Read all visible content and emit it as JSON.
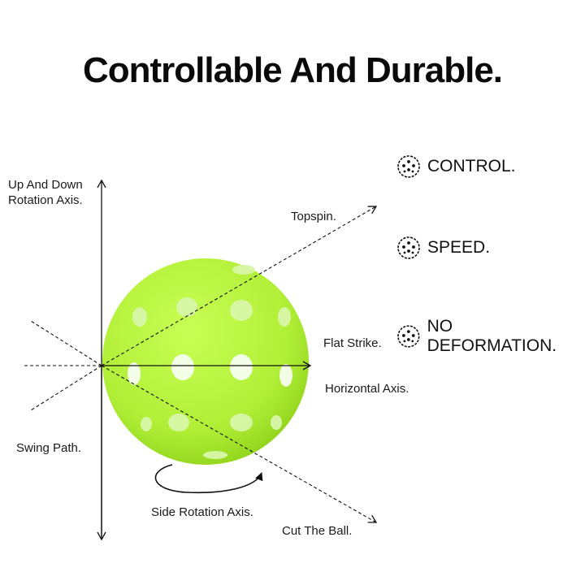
{
  "title": "Controllable And Durable.",
  "colors": {
    "ball": "#b4f03a",
    "ball_shadow": "#8ed21a",
    "ball_hole": "#f4fff0",
    "line": "#111111"
  },
  "labels": {
    "up_down_axis_line1": "Up And Down",
    "up_down_axis_line2": "Rotation Axis.",
    "topspin": "Topspin.",
    "flat_strike": "Flat Strike.",
    "horizontal_axis": "Horizontal Axis.",
    "swing_path": "Swing Path.",
    "side_rotation_axis": "Side Rotation Axis.",
    "cut_the_ball": "Cut The Ball."
  },
  "features": [
    {
      "icon": "pickleball-icon",
      "label": "CONTROL."
    },
    {
      "icon": "pickleball-icon",
      "label": "SPEED."
    },
    {
      "icon": "pickleball-icon",
      "label": "NO DEFORMATION."
    }
  ]
}
